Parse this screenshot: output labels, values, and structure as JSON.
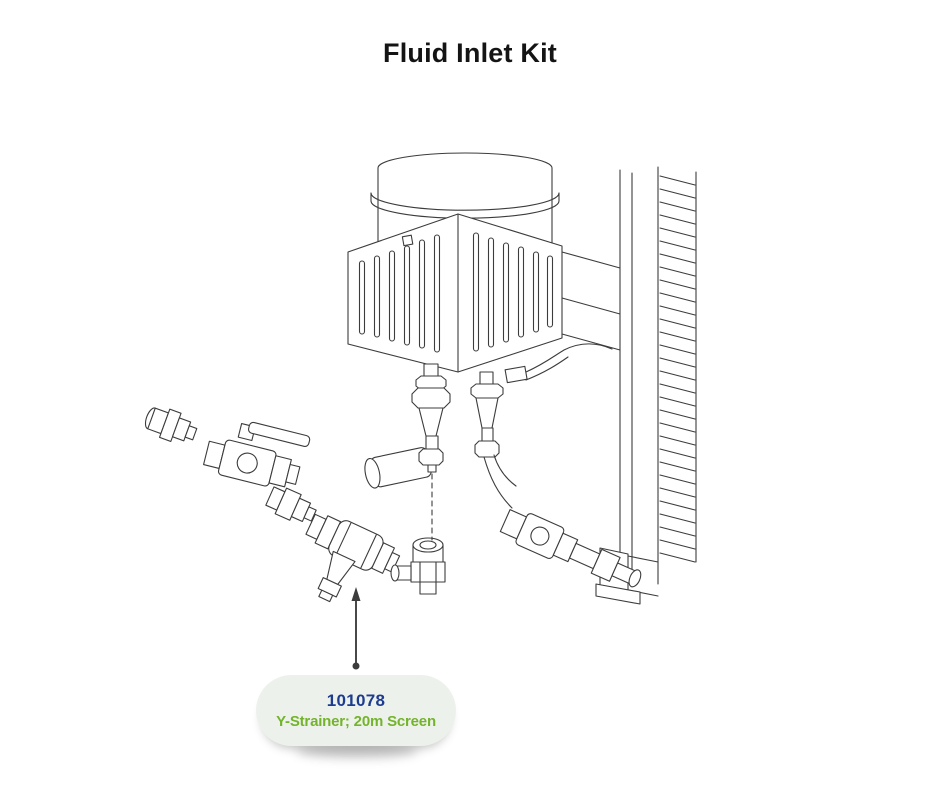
{
  "page": {
    "title": "Fluid Inlet Kit"
  },
  "callout": {
    "part_number": "101078",
    "description": "Y-Strainer; 20m Screen"
  },
  "colors": {
    "part_number_text": "#1e3c8f",
    "description_text": "#74b32c",
    "callout_bg": "#edf1ec",
    "drawing_line": "#3c3c3c"
  }
}
